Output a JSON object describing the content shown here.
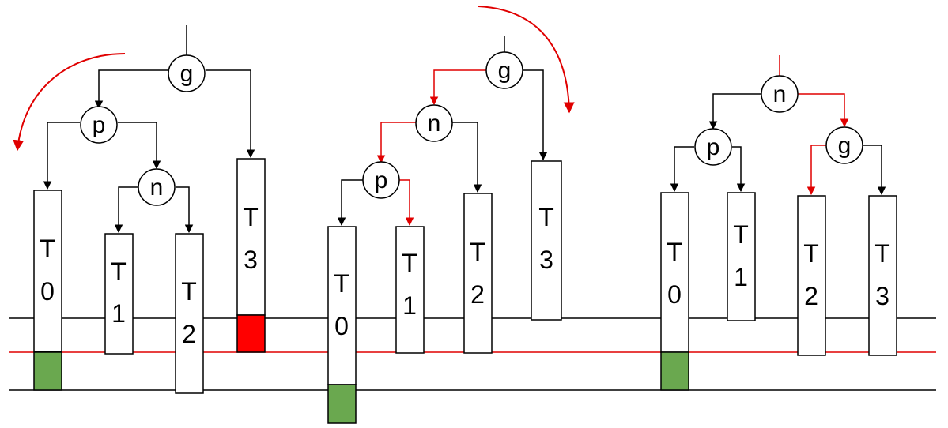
{
  "colors": {
    "black": "#000000",
    "red": "#e00000",
    "box_red": "#ff0000",
    "box_green": "#6aa84f"
  },
  "diagrams": [
    {
      "nodes": {
        "g": "g",
        "p": "p",
        "n": "n"
      },
      "subtrees": [
        {
          "t": "T",
          "d": "0"
        },
        {
          "t": "T",
          "d": "1"
        },
        {
          "t": "T",
          "d": "2"
        },
        {
          "t": "T",
          "d": "3"
        }
      ]
    },
    {
      "nodes": {
        "g": "g",
        "n": "n",
        "p": "p"
      },
      "subtrees": [
        {
          "t": "T",
          "d": "0"
        },
        {
          "t": "T",
          "d": "1"
        },
        {
          "t": "T",
          "d": "2"
        },
        {
          "t": "T",
          "d": "3"
        }
      ]
    },
    {
      "nodes": {
        "n": "n",
        "p": "p",
        "g": "g"
      },
      "subtrees": [
        {
          "t": "T",
          "d": "0"
        },
        {
          "t": "T",
          "d": "1"
        },
        {
          "t": "T",
          "d": "2"
        },
        {
          "t": "T",
          "d": "3"
        }
      ]
    }
  ]
}
